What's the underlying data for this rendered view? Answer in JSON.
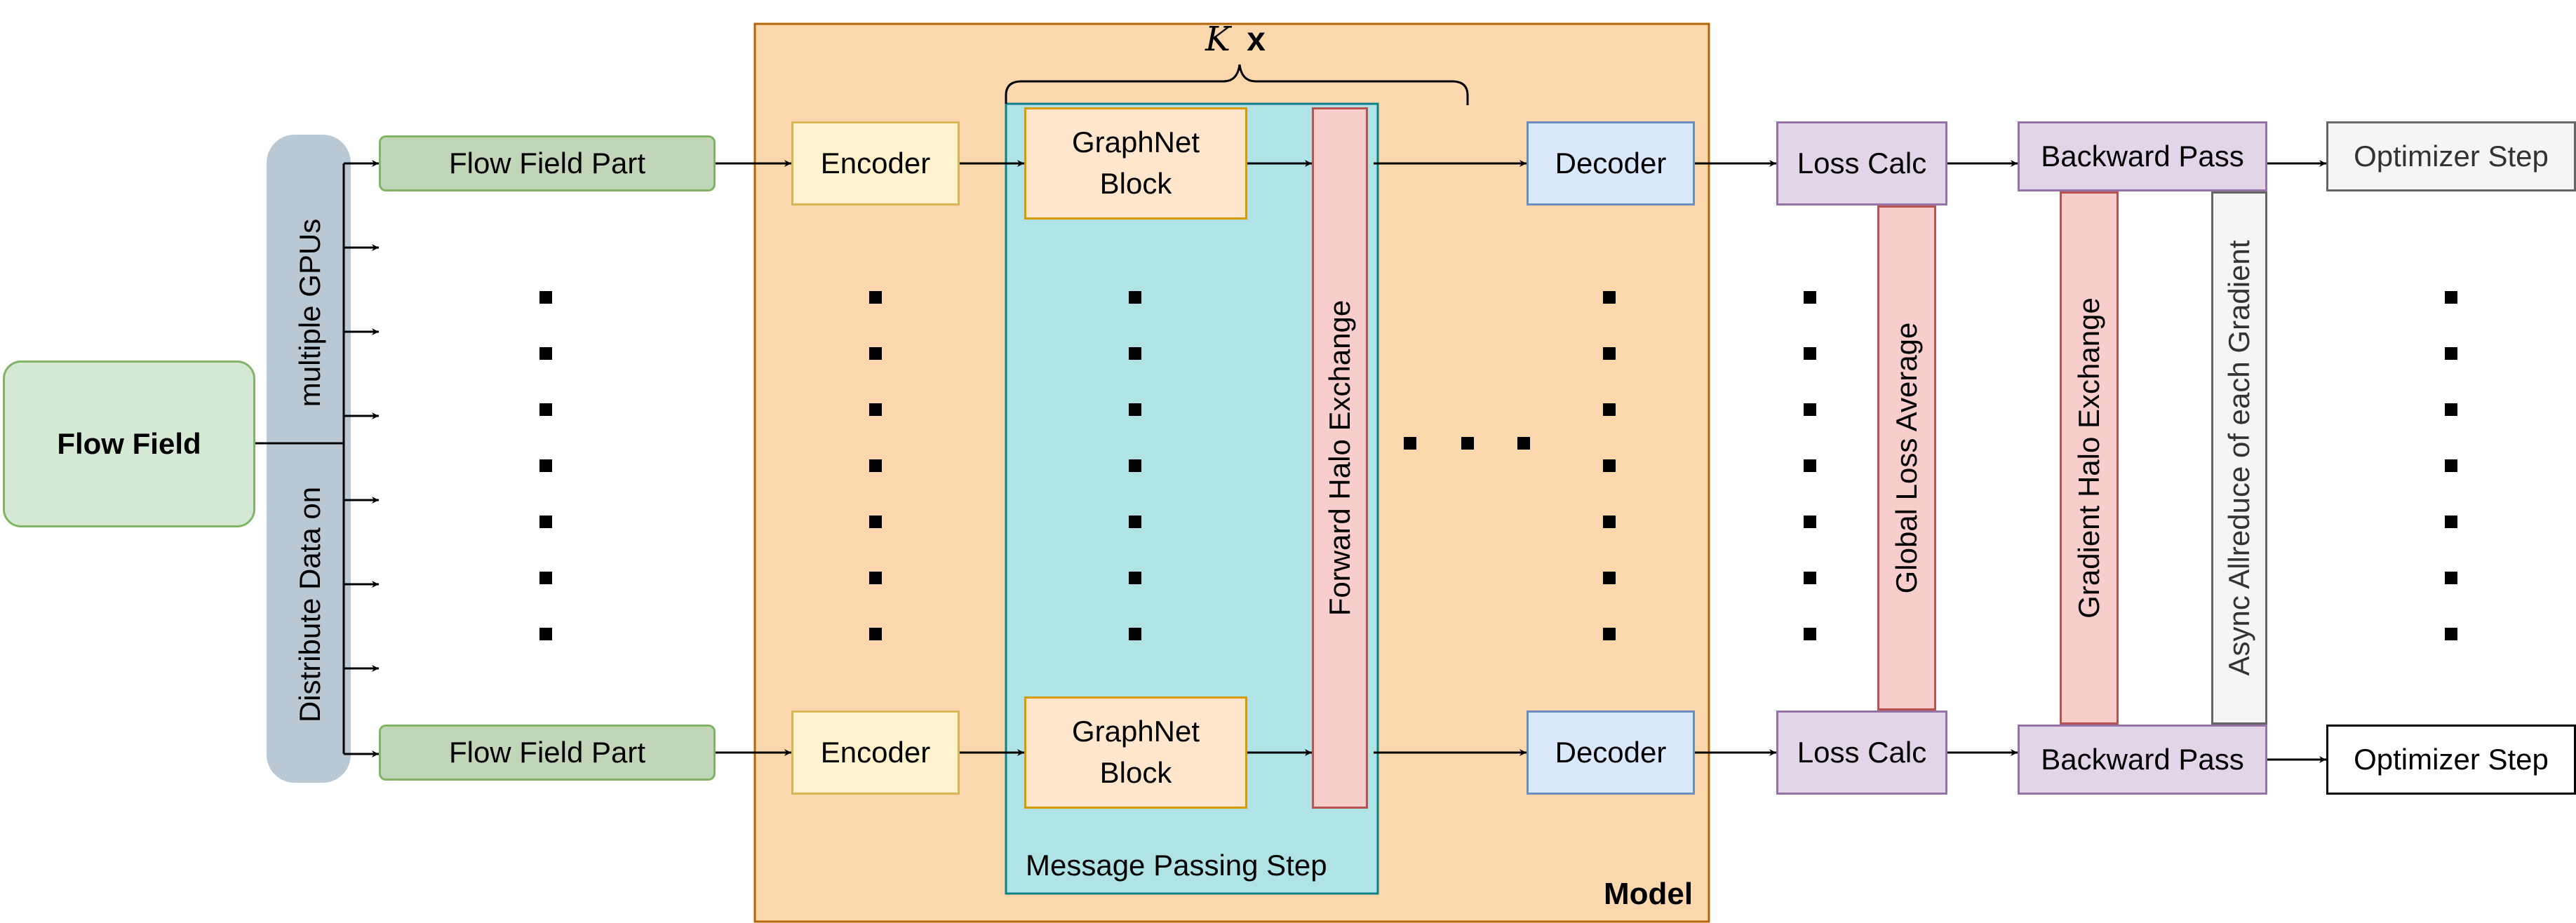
{
  "input": {
    "label": "Flow Field"
  },
  "distribute": {
    "line1": "Distribute Data on",
    "line2": "multiple GPUs"
  },
  "parts": {
    "top": "Flow Field Part",
    "bottom": "Flow Field Part"
  },
  "model": {
    "label": "Model",
    "repeat_label": "x",
    "encoder": {
      "top": "Encoder",
      "bottom": "Encoder"
    },
    "graphnet": {
      "line1": "GraphNet",
      "line2": "Block"
    },
    "halo_exchange": "Forward Halo Exchange",
    "message_passing": "Message Passing Step",
    "decoder": {
      "top": "Decoder",
      "bottom": "Decoder"
    }
  },
  "loss": {
    "top": "Loss Calc",
    "bottom": "Loss Calc",
    "global_average": "Global Loss Average"
  },
  "backward": {
    "top": "Backward Pass",
    "bottom": "Backward Pass",
    "gradient_exchange": "Gradient Halo Exchange"
  },
  "allreduce": {
    "label": "Async Allreduce of each Gradient"
  },
  "optimizer": {
    "top": "Optimizer Step",
    "bottom": "Optimizer Step"
  },
  "colors": {
    "gpu_band": "#bac8d3",
    "model_fill": "#fad7ac",
    "model_stroke": "#b46504",
    "message_passing_fill": "#b0e3e6",
    "message_passing_stroke": "#0e8088"
  }
}
